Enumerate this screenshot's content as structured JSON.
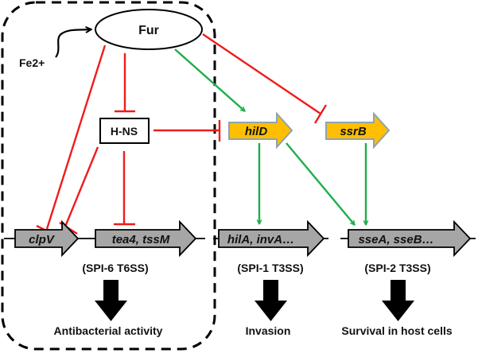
{
  "colors": {
    "repression": "#ee1c1c",
    "activation": "#1fae4b",
    "regulator_fill": "#ffbf00",
    "regulator_stroke": "#8fa3ad",
    "operon_fill": "#a6a6a6",
    "ink": "#000000"
  },
  "nodes": {
    "fur": "Fur",
    "iron": "Fe2+",
    "hns": "H-NS",
    "hilD": "hilD",
    "ssrB": "ssrB"
  },
  "operons": [
    {
      "genes": "clpV",
      "group": ""
    },
    {
      "genes": "tea4, tssM",
      "group": "(SPI-6 T6SS)",
      "outcome": "Antibacterial activity"
    },
    {
      "genes": "hilA, invA…",
      "group": "(SPI-1 T3SS)",
      "outcome": "Invasion"
    },
    {
      "genes": "sseA, sseB…",
      "group": "(SPI-2 T3SS)",
      "outcome": "Survival in host cells"
    }
  ],
  "interactions": [
    {
      "from": "Fe2+",
      "to": "Fur",
      "type": "activation"
    },
    {
      "from": "Fur",
      "to": "H-NS",
      "type": "repression"
    },
    {
      "from": "Fur",
      "to": "clpV",
      "type": "repression"
    },
    {
      "from": "Fur",
      "to": "hilD",
      "type": "activation"
    },
    {
      "from": "Fur",
      "to": "ssrB",
      "type": "repression"
    },
    {
      "from": "H-NS",
      "to": "hilD",
      "type": "repression"
    },
    {
      "from": "H-NS",
      "to": "clpV",
      "type": "repression"
    },
    {
      "from": "H-NS",
      "to": "tea4, tssM",
      "type": "repression"
    },
    {
      "from": "hilD",
      "to": "hilA, invA…",
      "type": "activation"
    },
    {
      "from": "hilD",
      "to": "sseA, sseB…",
      "type": "activation"
    },
    {
      "from": "ssrB",
      "to": "sseA, sseB…",
      "type": "activation"
    }
  ]
}
